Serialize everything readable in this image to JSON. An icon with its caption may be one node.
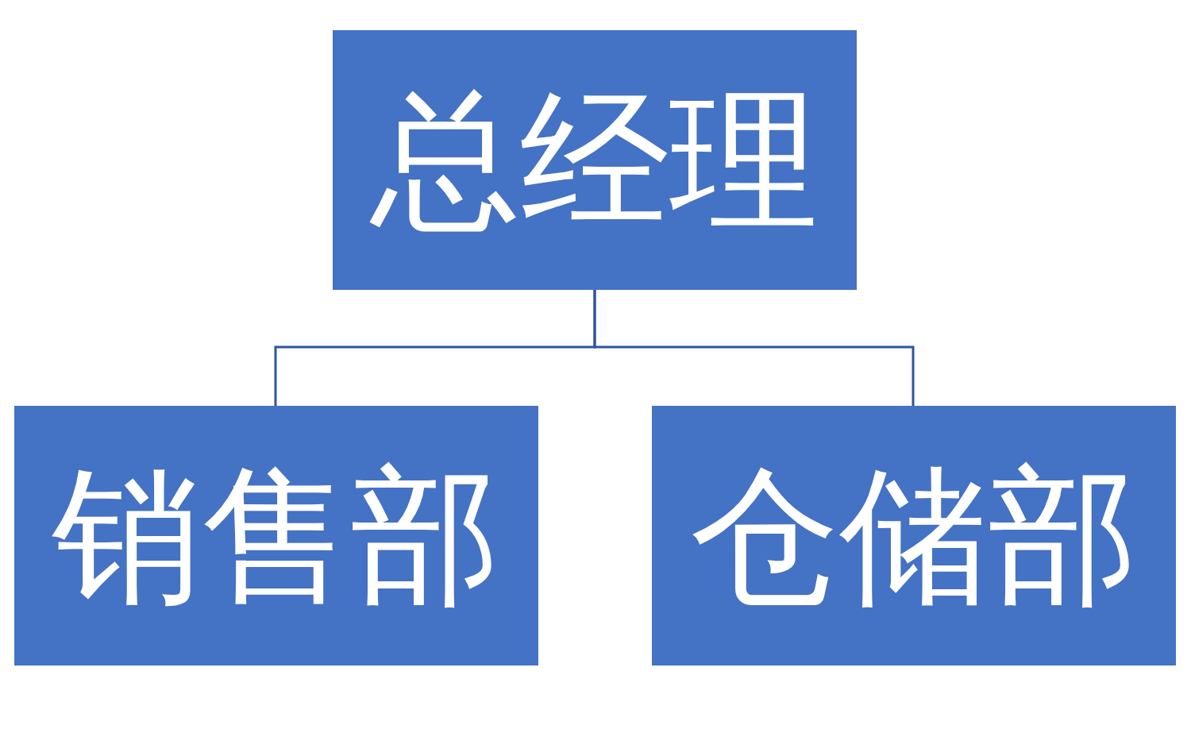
{
  "diagram": {
    "nodes": [
      {
        "text": [
          "总经理"
        ]
      },
      {
        "text": [
          "销售部"
        ]
      },
      {
        "text": [
          "仓储部"
        ]
      }
    ],
    "edges": [
      {
        "from": 0,
        "to": 1,
        "arrow": "none"
      },
      {
        "from": 0,
        "to": 2,
        "arrow": "none"
      }
    ]
  }
}
